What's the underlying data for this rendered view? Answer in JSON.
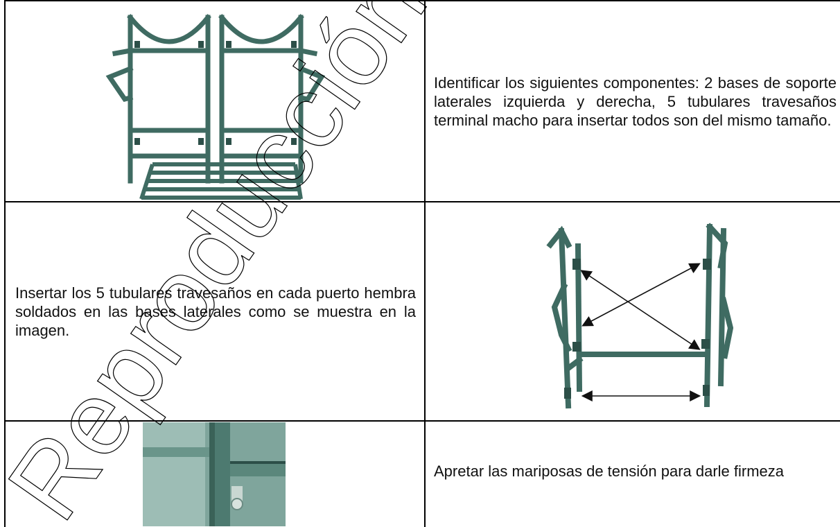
{
  "steps": [
    {
      "text": "Identificar los siguientes componentes: 2 bases de soporte laterales izquierda y derecha, 5 tubulares travesaños terminal macho para insertar todos son del mismo tamaño.",
      "image": "components-photo"
    },
    {
      "text": "Insertar los 5 tubulares travesaños en cada puerto hembra soldados en las bases laterales como se muestra en la imagen.",
      "image": "assembly-diagram"
    },
    {
      "text": "Apretar las mariposas de tensión para darle firmeza",
      "image": "tension-wingnut-photo"
    }
  ],
  "watermark": {
    "text": "Reproducción autorizada"
  },
  "colors": {
    "frame_green": "#3f6b62",
    "frame_dark": "#2c4f48",
    "photo_bg": "#7fa59c",
    "border": "#000000"
  }
}
